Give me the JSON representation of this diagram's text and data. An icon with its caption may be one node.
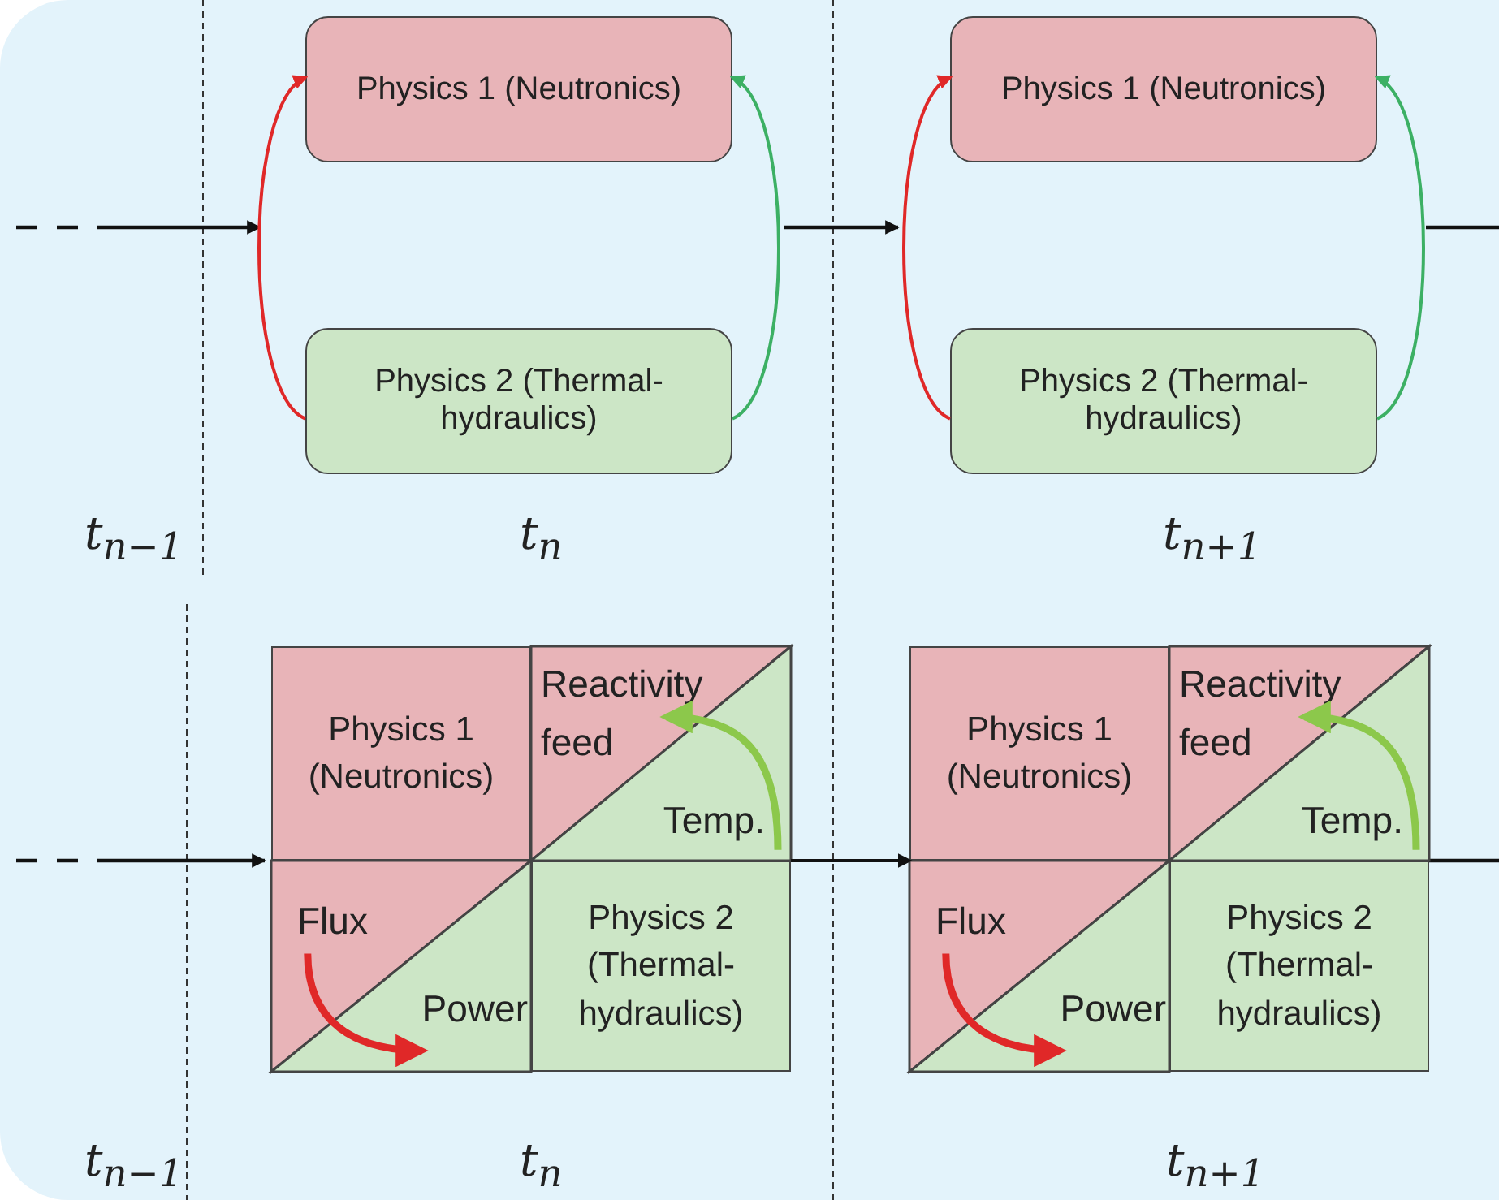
{
  "diagram": {
    "nodes": [
      {
        "text": [
          "Physics 1 (Neutronics)"
        ]
      },
      {
        "text": [
          "Physics 2 (Thermal-hydraulics)"
        ]
      },
      {
        "text": [
          "Physics 1 (Neutronics)"
        ]
      },
      {
        "text": [
          "Physics 2 (Thermal-hydraulics)"
        ]
      },
      {
        "text": [
          "Physics 1 (Neutronics)"
        ]
      },
      {
        "text": [
          "Reactivity feed"
        ]
      },
      {
        "text": [
          "Temp."
        ]
      },
      {
        "text": [
          "Flux"
        ]
      },
      {
        "text": [
          "Power"
        ]
      },
      {
        "text": [
          "Physics 2 (Thermal-hydraulics)"
        ]
      },
      {
        "text": [
          "Physics 1 (Neutronics)"
        ]
      },
      {
        "text": [
          "Reactivity feed"
        ]
      },
      {
        "text": [
          "Temp."
        ]
      },
      {
        "text": [
          "Flux"
        ]
      },
      {
        "text": [
          "Power"
        ]
      },
      {
        "text": [
          "Physics 2 (Thermal-hydraulics)"
        ]
      }
    ],
    "edges": [
      {
        "from": 1,
        "to": 0,
        "arrow": "to",
        "color": "#e02828"
      },
      {
        "from": 1,
        "to": 0,
        "arrow": "to",
        "color": "#3cb064"
      },
      {
        "from": 3,
        "to": 2,
        "arrow": "to",
        "color": "#e02828"
      },
      {
        "from": 3,
        "to": 2,
        "arrow": "to",
        "color": "#3cb064"
      },
      {
        "from": 6,
        "to": 5,
        "arrow": "to",
        "style": "thick",
        "color": "#8cc84b"
      },
      {
        "from": 7,
        "to": 8,
        "arrow": "to",
        "style": "thick",
        "color": "#e02828"
      },
      {
        "from": 12,
        "to": 11,
        "arrow": "to",
        "style": "thick",
        "color": "#8cc84b"
      },
      {
        "from": 13,
        "to": 14,
        "arrow": "to",
        "style": "thick",
        "color": "#e02828"
      },
      {
        "from": 9,
        "to": 13,
        "arrow": "to",
        "color": "#111111"
      }
    ],
    "labels": [
      "t$_{n−1}$",
      "t$_{n}$",
      "t$_{n+1}$",
      "t$_{n−1}$",
      "t$_{n}$",
      "t$_{n+1}$"
    ]
  }
}
